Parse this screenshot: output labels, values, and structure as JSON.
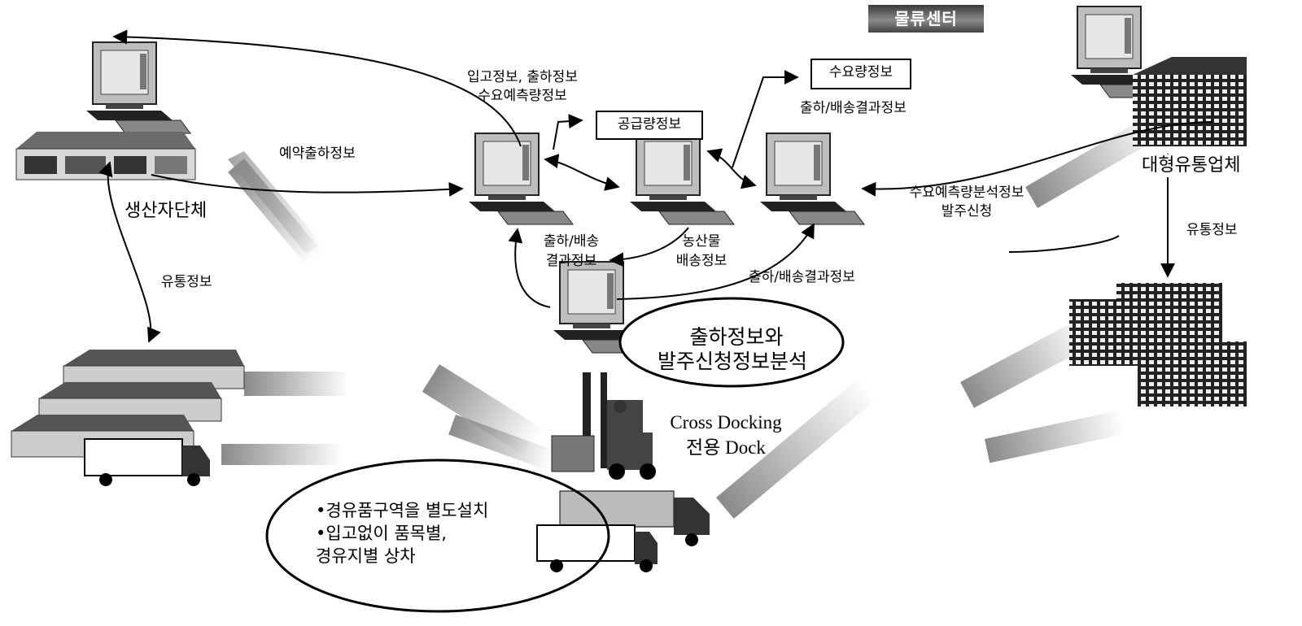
{
  "title_banner": "물류센터",
  "boxes": {
    "supply": "공급량정보",
    "demand": "수요량정보"
  },
  "labels": {
    "inbound_outbound_line1": "입고정보, 출하정보",
    "inbound_outbound_line2": "수요예측량정보",
    "reserved_shipping": "예약출하정보",
    "delivery_result_top": "출하/배송결과정보",
    "forecast_analysis_line1": "수요예측량분석정보",
    "forecast_analysis_line2": "발주신청",
    "shipping_result_left_line1": "출하/배송",
    "shipping_result_left_line2": "결과정보",
    "agri_delivery_line1": "농산물",
    "agri_delivery_line2": "배송정보",
    "shipping_result_bottom": "출하/배송결과정보",
    "distribution_left": "유통정보",
    "distribution_right": "유통정보"
  },
  "entities": {
    "producer": "생산자단체",
    "retailer": "대형유통업체"
  },
  "analysis_oval_line1": "출하정보와",
  "analysis_oval_line2": "발주신청정보분석",
  "cross_dock_line1": "Cross Docking",
  "cross_dock_line2": "전용 Dock",
  "bullets": [
    "•경유품구역을 별도설치",
    "•입고없이 품목별,",
    "경유지별 상차"
  ]
}
